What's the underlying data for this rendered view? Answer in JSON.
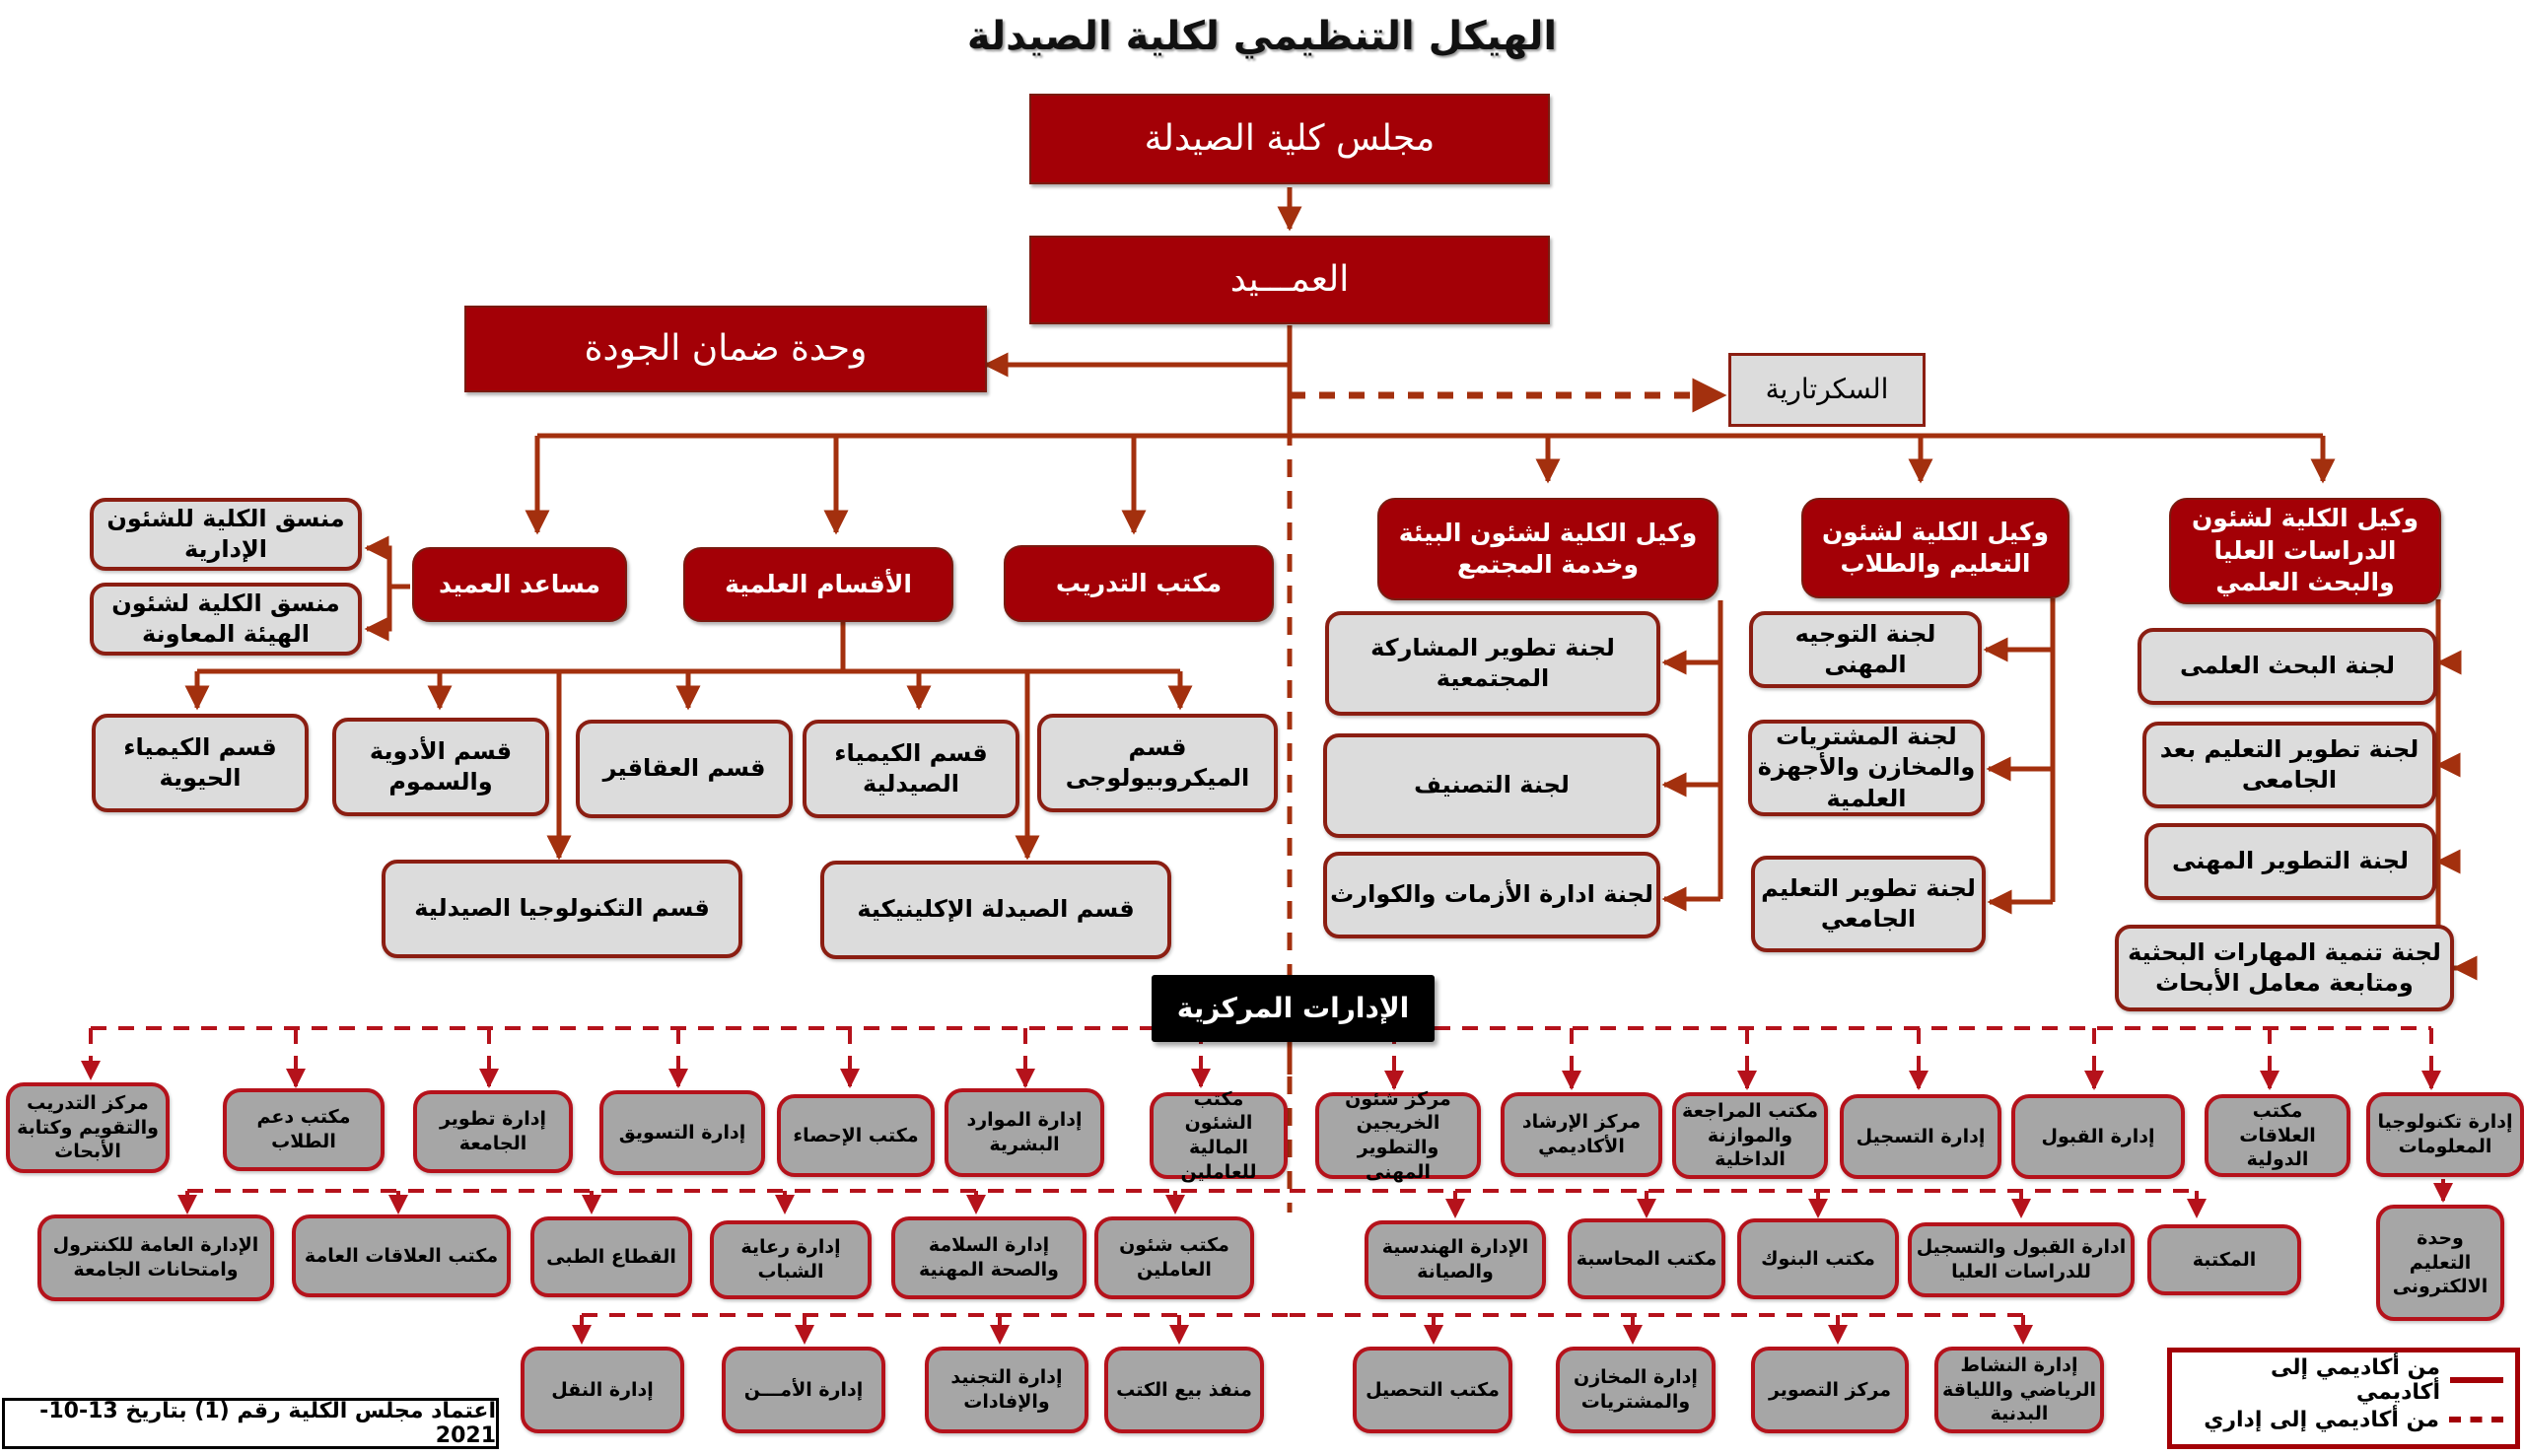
{
  "title": "الهيكل التنظيمي لكلية الصيدلة",
  "colors": {
    "primary_red": "#a30006",
    "connector": "#a3300e",
    "box_grey_light": "#dcdcdc",
    "box_grey_dark": "#a6a6a6",
    "central_black": "#000000"
  },
  "top": {
    "council": "مجلس كلية الصيدلة",
    "dean": "العمـــيد",
    "quality_unit": "وحدة ضمان الجودة",
    "secretariat": "السكرتارية"
  },
  "vice_deans": [
    {
      "label": "وكيل الكلية لشئون الدراسات العليا والبحث العلمي",
      "committees": [
        "لجنة البحث العلمى",
        "لجنة تطوير التعليم بعد الجامعى",
        "لجنة التطوير المهنى",
        "لجنة تنمية المهارات البحثية ومتابعة معامل الأبحاث"
      ]
    },
    {
      "label": "وكيل الكلية لشئون التعليم والطلاب",
      "committees": [
        "لجنة التوجيه المهنى",
        "لجنة المشتريات والمخازن والأجهزة العلمية",
        "لجنة تطوير التعليم الجامعي"
      ]
    },
    {
      "label": "وكيل الكلية لشئون البيئة وخدمة المجتمع",
      "committees": [
        "لجنة تطوير المشاركة المجتمعية",
        "لجنة التصنيف",
        "لجنة ادارة الأزمات والكوارث"
      ]
    }
  ],
  "left_branch": {
    "training_office": "مكتب التدريب",
    "scientific_departments": "الأقسام العلمية",
    "assistant_dean": "مساعد العميد",
    "coordinators": [
      "منسق الكلية للشئون الإدارية",
      "منسق الكلية لشئون الهيئة المعاونة"
    ],
    "departments": [
      "قسم الميكروبيولوجى",
      "قسم الكيمياء الصيدلية",
      "قسم العقاقير",
      "قسم الأدوية والسموم",
      "قسم الكيمياء الحيوية",
      "قسم الصيدلة الإكلينيكية",
      "قسم التكنولوجيا الصيدلية"
    ]
  },
  "central_admin": {
    "label": "الإدارات المركزية",
    "row1_left": [
      "مكتب الشئون المالية للعاملين",
      "إدارة الموارد البشرية",
      "مكتب الإحصاء",
      "إدارة التسويق",
      "إدارة تطوير الجامعة",
      "مكتب دعم الطلاب",
      "مركز التدريب والتقويم وكتابة الأبحاث"
    ],
    "row1_right": [
      "إدارة تكنولوجيا المعلومات",
      "مكتب العلاقات الدولية",
      "إدارة القبول",
      "إدارة التسجيل",
      "مكتب المراجعة والموازنة الداخلية",
      "مركز الإرشاد الأكاديمي",
      "مركز شئون الخريجين والتطوير المهنى"
    ],
    "row2_left": [
      "مكتب شئون العاملين",
      "إدارة السلامة والصحة المهنية",
      "إدارة رعاية الشباب",
      "القطاع الطبى",
      "مكتب العلاقات العامة",
      "الإدارة العامة للكنترول وامتحانات الجامعة"
    ],
    "row2_right": [
      "المكتبة",
      "ادارة القبول والتسجيل للدراسات العليا",
      "مكتب البنوك",
      "مكتب المحاسبة",
      "الإدارة الهندسية والصيانة"
    ],
    "elearning": "وحدة التعليم الالكترونى",
    "row3_left": [
      "منفذ بيع الكتب",
      "إدارة التجنيد والإفادات",
      "إدارة الأمـــن",
      "إدارة النقل"
    ],
    "row3_right": [
      "إدارة النشاط الرياضي واللياقة البدنية",
      "مركز التصوير",
      "إدارة المخازن والمشتريات",
      "مكتب التحصيل"
    ]
  },
  "legend": {
    "solid": "من أكاديمي إلى أكاديمي",
    "dashed": "من أكاديمي إلى إداري"
  },
  "approval_note": "اعتماد مجلس الكلية رقم (1) بتاريخ 13-10-2021"
}
